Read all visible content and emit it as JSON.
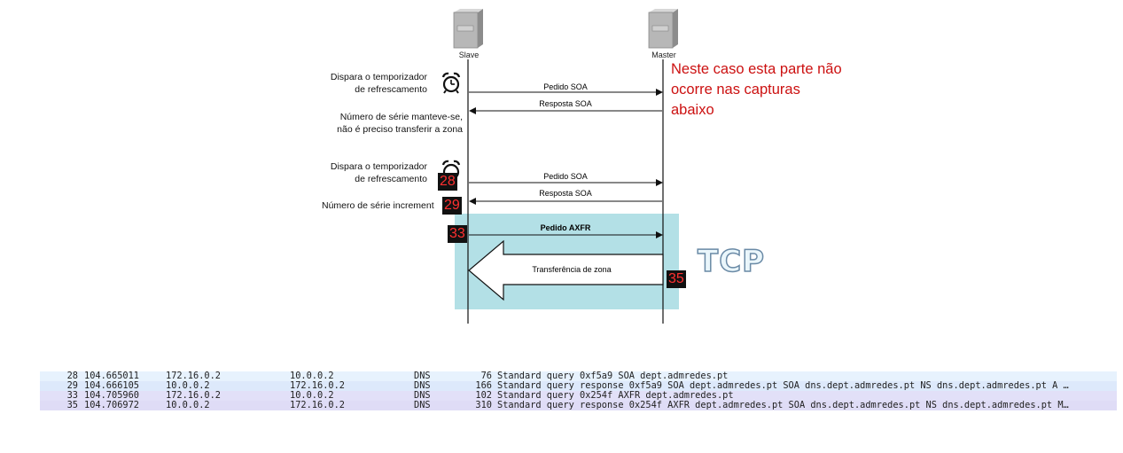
{
  "diagram": {
    "nodes": {
      "slave": "Slave",
      "master": "Master"
    },
    "left_labels": {
      "timer1": [
        "Dispara o temporizador",
        "de refrescamento"
      ],
      "serial_same": [
        "Número de série manteve-se,",
        "não é preciso transferir a zona"
      ],
      "timer2": [
        "Dispara o temporizador",
        "de refrescamento"
      ],
      "serial_inc": "Número de série increment"
    },
    "messages": {
      "soa_req_1": "Pedido SOA",
      "soa_resp_1": "Resposta SOA",
      "soa_req_2": "Pedido SOA",
      "soa_resp_2": "Resposta SOA",
      "axfr_req": "Pedido AXFR",
      "zone_transfer": "Transferência de zona"
    },
    "tcp_label": "TCP",
    "note": [
      "Neste caso esta parte não",
      "ocorre nas capturas",
      "abaixo"
    ],
    "badges": {
      "b28": "28",
      "b29": "29",
      "b33": "33",
      "b35": "35"
    },
    "colors": {
      "tcp_box": "#b3e0e6",
      "note_text": "#cc1111",
      "badge_bg": "#111111",
      "badge_text": "#ff3030"
    }
  },
  "packets": {
    "rows": [
      {
        "no": "28",
        "time": "104.665011",
        "src": "172.16.0.2",
        "dst": "10.0.0.2",
        "proto": "DNS",
        "len": "76",
        "info": "Standard query 0xf5a9 SOA dept.admredes.pt",
        "bg": "#e7f2fd"
      },
      {
        "no": "29",
        "time": "104.666105",
        "src": "10.0.0.2",
        "dst": "172.16.0.2",
        "proto": "DNS",
        "len": "166",
        "info": "Standard query response 0xf5a9 SOA dept.admredes.pt SOA dns.dept.admredes.pt NS dns.dept.admredes.pt A …",
        "bg": "#dde9fb"
      },
      {
        "no": "33",
        "time": "104.705960",
        "src": "172.16.0.2",
        "dst": "10.0.0.2",
        "proto": "DNS",
        "len": "102",
        "info": "Standard query 0x254f AXFR dept.admredes.pt",
        "bg": "#e2e0f8"
      },
      {
        "no": "35",
        "time": "104.706972",
        "src": "10.0.0.2",
        "dst": "172.16.0.2",
        "proto": "DNS",
        "len": "310",
        "info": "Standard query response 0x254f AXFR dept.admredes.pt SOA dns.dept.admredes.pt NS dns.dept.admredes.pt M…",
        "bg": "#dfdcf6"
      }
    ]
  }
}
